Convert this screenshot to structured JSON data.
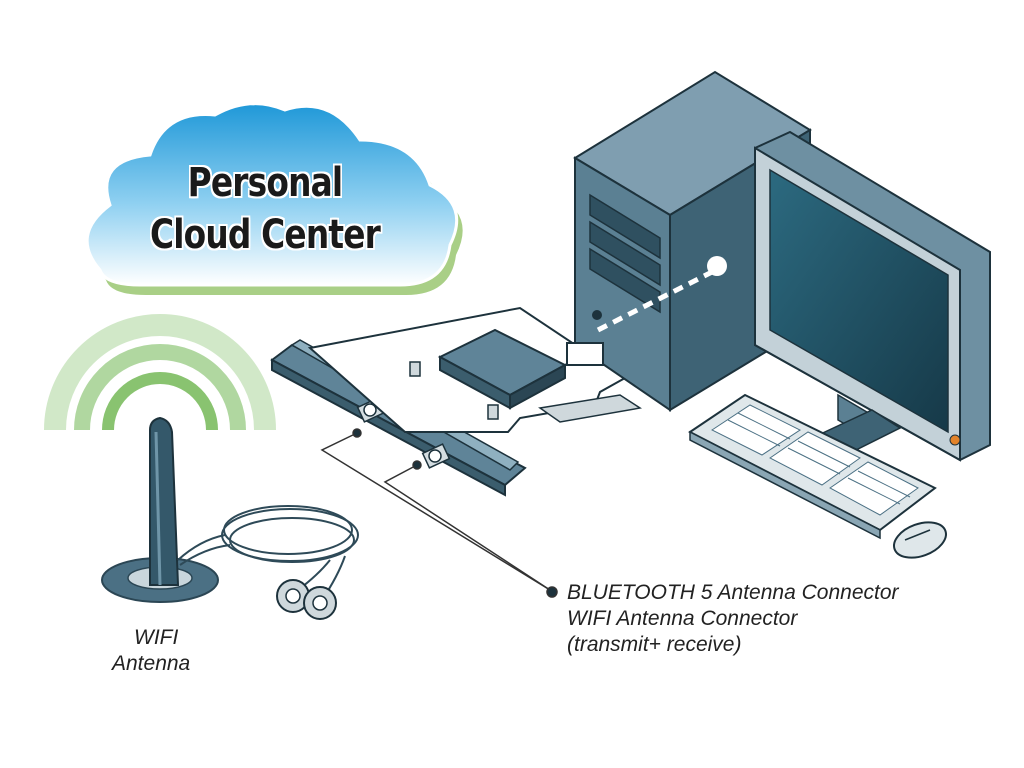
{
  "cloud": {
    "line1": "Personal",
    "line2": "Cloud Center"
  },
  "antenna_label": {
    "line1": "WIFI",
    "line2": "Antenna"
  },
  "connector_label": {
    "line1": "BLUETOOTH 5 Antenna Connector",
    "line2": "WIFI Antenna Connector",
    "line3": "(transmit+ receive)"
  },
  "colors": {
    "cloud_blue": "#2fa3df",
    "signal_green": "#6fae5a",
    "device_steel": "#5d8296",
    "screen_dark": "#1e4757",
    "accent_orange": "#e2832a"
  }
}
